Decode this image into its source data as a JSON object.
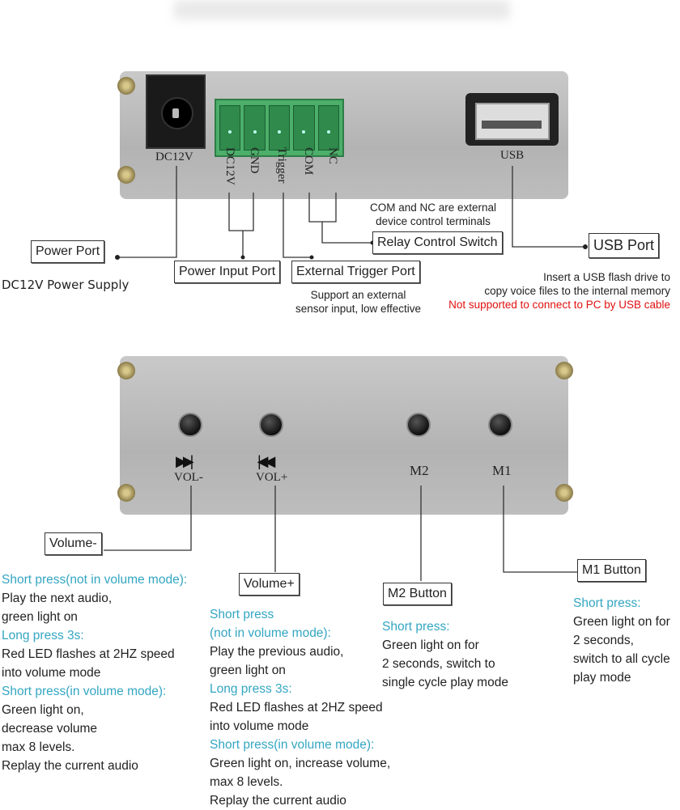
{
  "top_panel": {
    "dc_label": "DC12V",
    "terminals": [
      "DC12V",
      "GND",
      "Trigger",
      "COM",
      "NC"
    ],
    "usb_label": "USB",
    "power_port": "Power Port",
    "power_supply": "DC12V Power Supply",
    "power_input_port": "Power Input Port",
    "external_trigger_port": "External Trigger Port",
    "trigger_note": [
      "Support an external",
      "sensor input, low effective"
    ],
    "com_nc_note": [
      "COM and NC are external",
      "device control terminals"
    ],
    "relay_switch": "Relay Control Switch",
    "usb_port": "USB Port",
    "usb_note": [
      "Insert a USB flash drive to",
      "copy voice files to the internal memory"
    ],
    "usb_warning": "Not supported to connect to PC by USB cable"
  },
  "bottom_panel": {
    "labels": {
      "vol_minus": "VOL-",
      "vol_plus": "VOL+",
      "m2": "M2",
      "m1": "M1"
    },
    "icons": {
      "next": "next-track-icon",
      "prev": "previous-track-icon"
    },
    "volume_minus": {
      "title": "Volume-",
      "lines": [
        {
          "hl": "Short press",
          "rest": "(not in volume mode):"
        },
        {
          "hl": "",
          "rest": "Play the next audio,"
        },
        {
          "hl": "",
          "rest": "green light on"
        },
        {
          "hl": "Long press 3s:",
          "rest": ""
        },
        {
          "hl": "",
          "rest": "Red LED flashes at 2HZ speed"
        },
        {
          "hl": "",
          "rest": "into volume mode"
        },
        {
          "hl": "Short press",
          "rest": "(in volume mode):"
        },
        {
          "hl": "",
          "rest": "Green light on,"
        },
        {
          "hl": "",
          "rest": "decrease volume"
        },
        {
          "hl": "",
          "rest": "max 8 levels."
        },
        {
          "hl": "",
          "rest": "Replay the current audio"
        }
      ]
    },
    "volume_plus": {
      "title": "Volume+",
      "lines": [
        {
          "hl": "Short press",
          "rest": ""
        },
        {
          "hl": "(not in volume mode):",
          "rest": ""
        },
        {
          "hl": "",
          "rest": "Play the previous audio,"
        },
        {
          "hl": "",
          "rest": "green light on"
        },
        {
          "hl": "Long press 3s:",
          "rest": ""
        },
        {
          "hl": "",
          "rest": "Red LED flashes at 2HZ speed"
        },
        {
          "hl": "",
          "rest": "into volume mode"
        },
        {
          "hl": "Short press",
          "rest": "(in volume mode):"
        },
        {
          "hl": "",
          "rest": "Green light on, increase volume,"
        },
        {
          "hl": "",
          "rest": "max 8 levels."
        },
        {
          "hl": "",
          "rest": "Replay the current audio"
        }
      ]
    },
    "m2": {
      "title": "M2 Button",
      "lines": [
        {
          "hl": "Short press:",
          "rest": ""
        },
        {
          "hl": "",
          "rest": "Green light on for"
        },
        {
          "hl": "",
          "rest": "2 seconds, switch to"
        },
        {
          "hl": "",
          "rest": "single cycle play mode"
        }
      ]
    },
    "m1": {
      "title": "M1 Button",
      "lines": [
        {
          "hl": "Short press:",
          "rest": ""
        },
        {
          "hl": "",
          "rest": "Green light on for"
        },
        {
          "hl": "",
          "rest": "2 seconds,"
        },
        {
          "hl": "",
          "rest": "switch to all cycle"
        },
        {
          "hl": "",
          "rest": "play mode"
        }
      ]
    },
    "colors": {
      "highlight": "#33a6c2",
      "warning": "#e01010",
      "terminal_green": "#4caf6a"
    }
  }
}
